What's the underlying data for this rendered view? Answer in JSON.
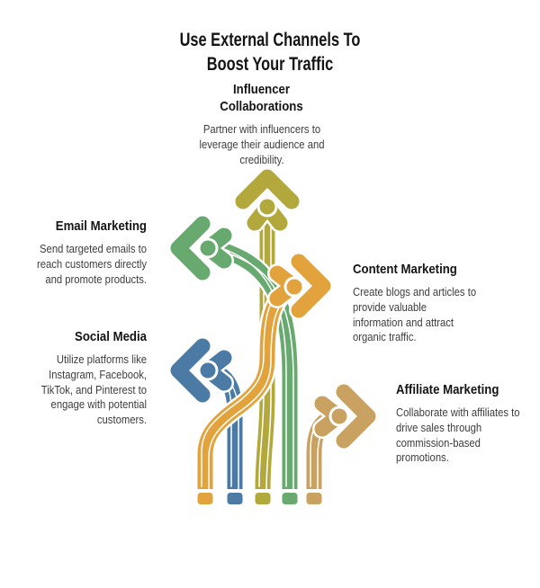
{
  "title": "Use External Channels To Boost Your Traffic",
  "channels": [
    {
      "id": "influencer",
      "name": "Influencer Collaborations",
      "description": "Partner with influencers to leverage their audience and credibility.",
      "color": "#b3a83b",
      "arrow_direction": "up"
    },
    {
      "id": "email",
      "name": "Email Marketing",
      "description": "Send targeted emails to reach customers directly and promote products.",
      "color": "#67a96e",
      "arrow_direction": "left"
    },
    {
      "id": "content",
      "name": "Content Marketing",
      "description": "Create blogs and articles to provide valuable information and attract organic traffic.",
      "color": "#e2a33d",
      "arrow_direction": "right"
    },
    {
      "id": "social",
      "name": "Social Media",
      "description": "Utilize platforms like Instagram, Facebook, TikTok, and Pinterest to engage with potential customers.",
      "color": "#4b7ba5",
      "arrow_direction": "left"
    },
    {
      "id": "affiliate",
      "name": "Affiliate Marketing",
      "description": "Collaborate with affiliates to drive sales through commission-based promotions.",
      "color": "#c9a160",
      "arrow_direction": "right"
    }
  ],
  "text_color": "#141414",
  "body_color": "#3d3d3d",
  "background_color": "#ffffff"
}
